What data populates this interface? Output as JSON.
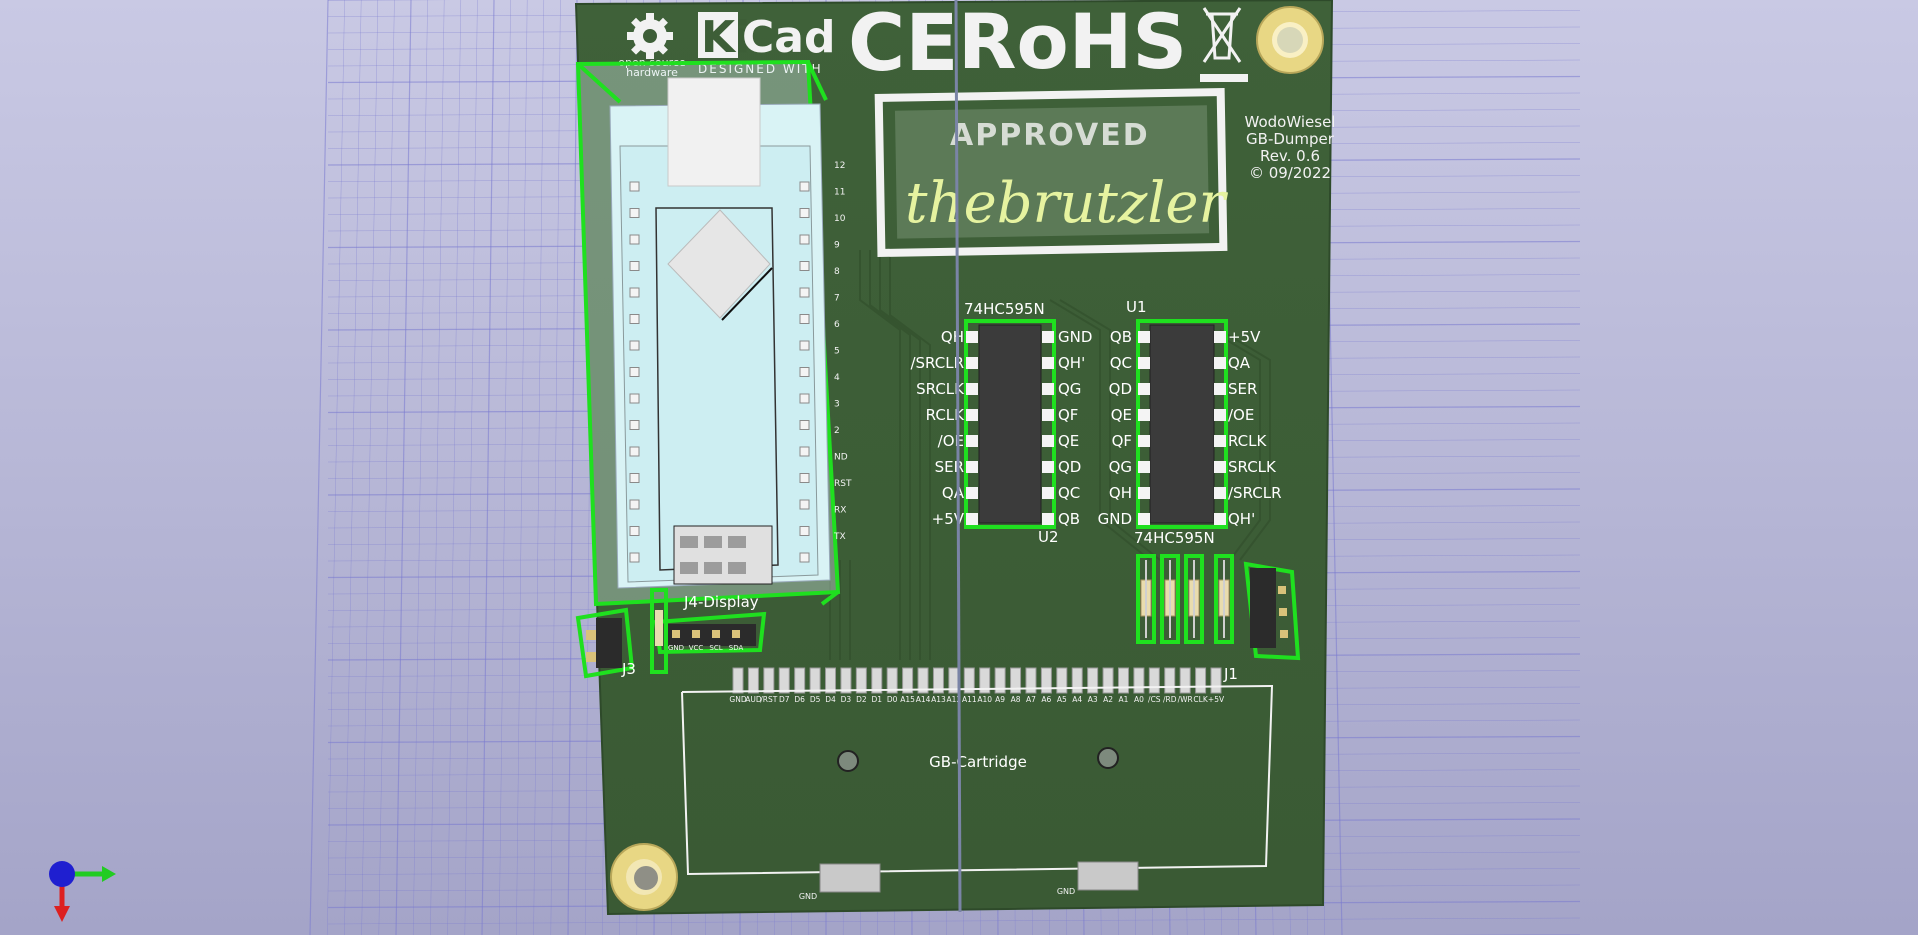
{
  "board": {
    "logos": {
      "oshw_line1": "open source",
      "oshw_line2": "hardware",
      "kicad_ki": "Ki",
      "kicad_cad": "Cad",
      "kicad_sub": "DESIGNED WITH",
      "ce": "CE",
      "rohs": "RoHS"
    },
    "stamp": {
      "approved": "APPROVED",
      "signature": "thebrutzler"
    },
    "info": {
      "line1": "WodoWiesel",
      "line2": "GB-Dumper",
      "line3": "Rev. 0.6",
      "line4": "© 09/2022"
    },
    "u2": {
      "part": "74HC595N",
      "ref": "U2",
      "left_pins": [
        "QH",
        "/SRCLR",
        "SRCLK",
        "RCLK",
        "/OE",
        "SER",
        "QA",
        "+5V"
      ],
      "right_pins": [
        "GND",
        "QH'",
        "QG",
        "QF",
        "QE",
        "QD",
        "QC",
        "QB"
      ]
    },
    "u1": {
      "part": "74HC595N",
      "ref": "U1",
      "left_pins": [
        "QB",
        "QC",
        "QD",
        "QE",
        "QF",
        "QG",
        "QH",
        "GND"
      ],
      "right_pins": [
        "+5V",
        "QA",
        "SER",
        "/OE",
        "RCLK",
        "SRCLK",
        "/SRCLR",
        "QH'"
      ]
    },
    "mcu_pins": [
      "12",
      "11",
      "10",
      "9",
      "8",
      "7",
      "6",
      "5",
      "4",
      "3",
      "2",
      "ND",
      "RST",
      "RX",
      "TX"
    ],
    "j1_ref": "J1",
    "j3_ref": "J3",
    "j4_label": "J4-Display",
    "j4_pins": [
      "GND",
      "VCC",
      "SCL",
      "SDA"
    ],
    "cartridge_label": "GB-Cartridge",
    "cartridge_pins": [
      "GND",
      "AUD",
      "/RST",
      "D7",
      "D6",
      "D5",
      "D4",
      "D3",
      "D2",
      "D1",
      "D0",
      "A15",
      "A14",
      "A13",
      "A12",
      "A11",
      "A10",
      "A9",
      "A8",
      "A7",
      "A6",
      "A5",
      "A4",
      "A3",
      "A2",
      "A1",
      "A0",
      "/CS",
      "/RD",
      "/WR",
      "CLK",
      "+5V"
    ],
    "gnd_left": "GND",
    "gnd_right": "GND"
  },
  "colors": {
    "pcb": "#3d5e37",
    "silk": "#f2f2f2",
    "highlight": "#1fe01f",
    "pad": "#e8d784",
    "grid": "#7a7ad0"
  }
}
